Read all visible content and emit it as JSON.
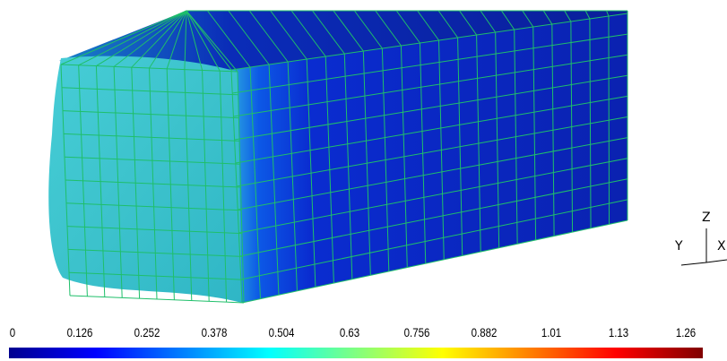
{
  "viewport": {
    "axes_triad": {
      "z": "Z",
      "y": "Y",
      "x": "X"
    }
  },
  "colorbar": {
    "ticks": [
      "0",
      "0.126",
      "0.252",
      "0.378",
      "0.504",
      "0.63",
      "0.756",
      "0.882",
      "1.01",
      "1.13",
      "1.26"
    ],
    "colors": [
      "#00008f",
      "#0000ff",
      "#0080ff",
      "#00ffff",
      "#80ff80",
      "#ffff00",
      "#ff8000",
      "#ff0000",
      "#800000"
    ]
  },
  "mesh": {
    "rows": 10,
    "front_cols": 10,
    "side_cols": 21,
    "front_color": "#3cc8c8",
    "side_color": "#0a28b4",
    "wire_color": "#1fbf6a"
  }
}
